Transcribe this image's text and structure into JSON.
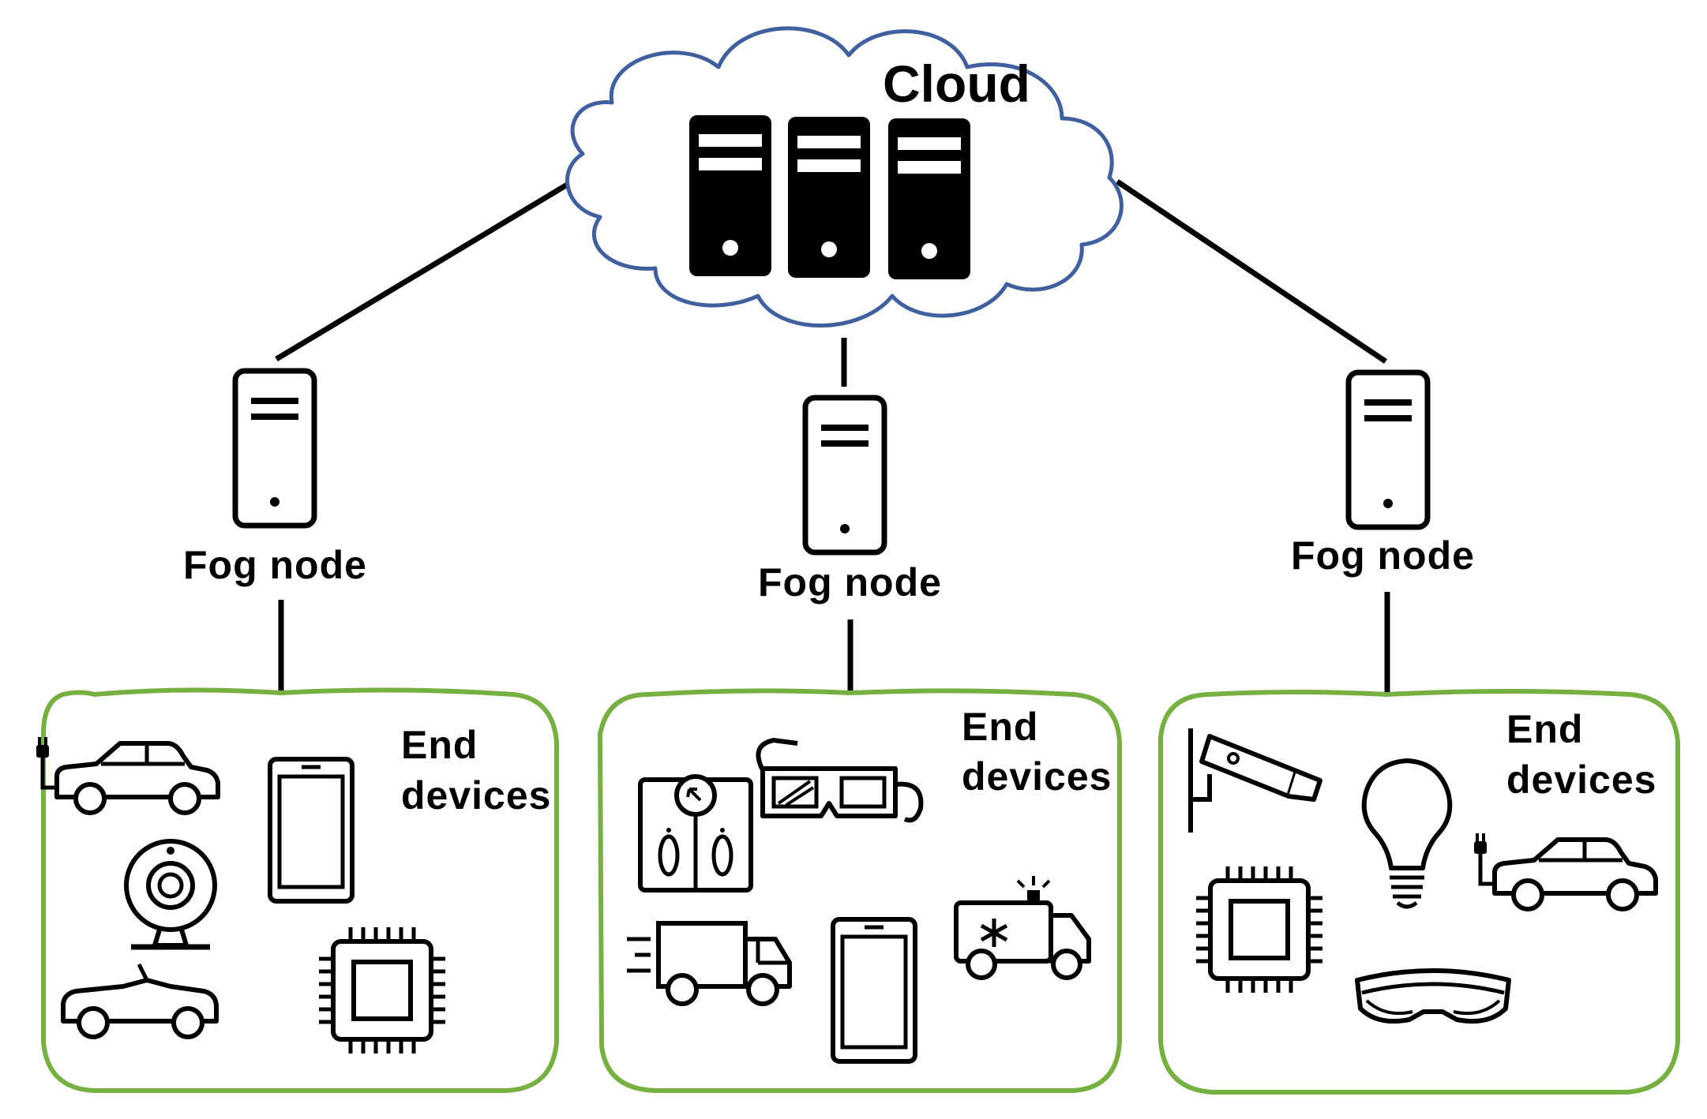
{
  "cloud": {
    "label": "Cloud",
    "stroke_color": "#3f5f9f",
    "servers": [
      "server-icon",
      "server-icon",
      "server-icon"
    ]
  },
  "fog_nodes": [
    {
      "label": "Fog node",
      "icon": "server-icon"
    },
    {
      "label": "Fog node",
      "icon": "server-icon"
    },
    {
      "label": "Fog node",
      "icon": "server-icon"
    }
  ],
  "end_device_groups": [
    {
      "label_line1": "End",
      "label_line2": "devices",
      "border_color": "#76b041",
      "icons": [
        "electric-car-icon",
        "tablet-icon",
        "webcam-icon",
        "convertible-car-icon",
        "chip-icon"
      ]
    },
    {
      "label_line1": "End",
      "label_line2": "devices",
      "border_color": "#76b041",
      "icons": [
        "smart-scale-icon",
        "3d-glasses-icon",
        "delivery-truck-icon",
        "tablet-icon",
        "ambulance-icon"
      ]
    },
    {
      "label_line1": "End",
      "label_line2": "devices",
      "border_color": "#76b041",
      "icons": [
        "security-camera-icon",
        "light-bulb-icon",
        "chip-icon",
        "electric-car-icon",
        "vr-headset-icon"
      ]
    }
  ]
}
